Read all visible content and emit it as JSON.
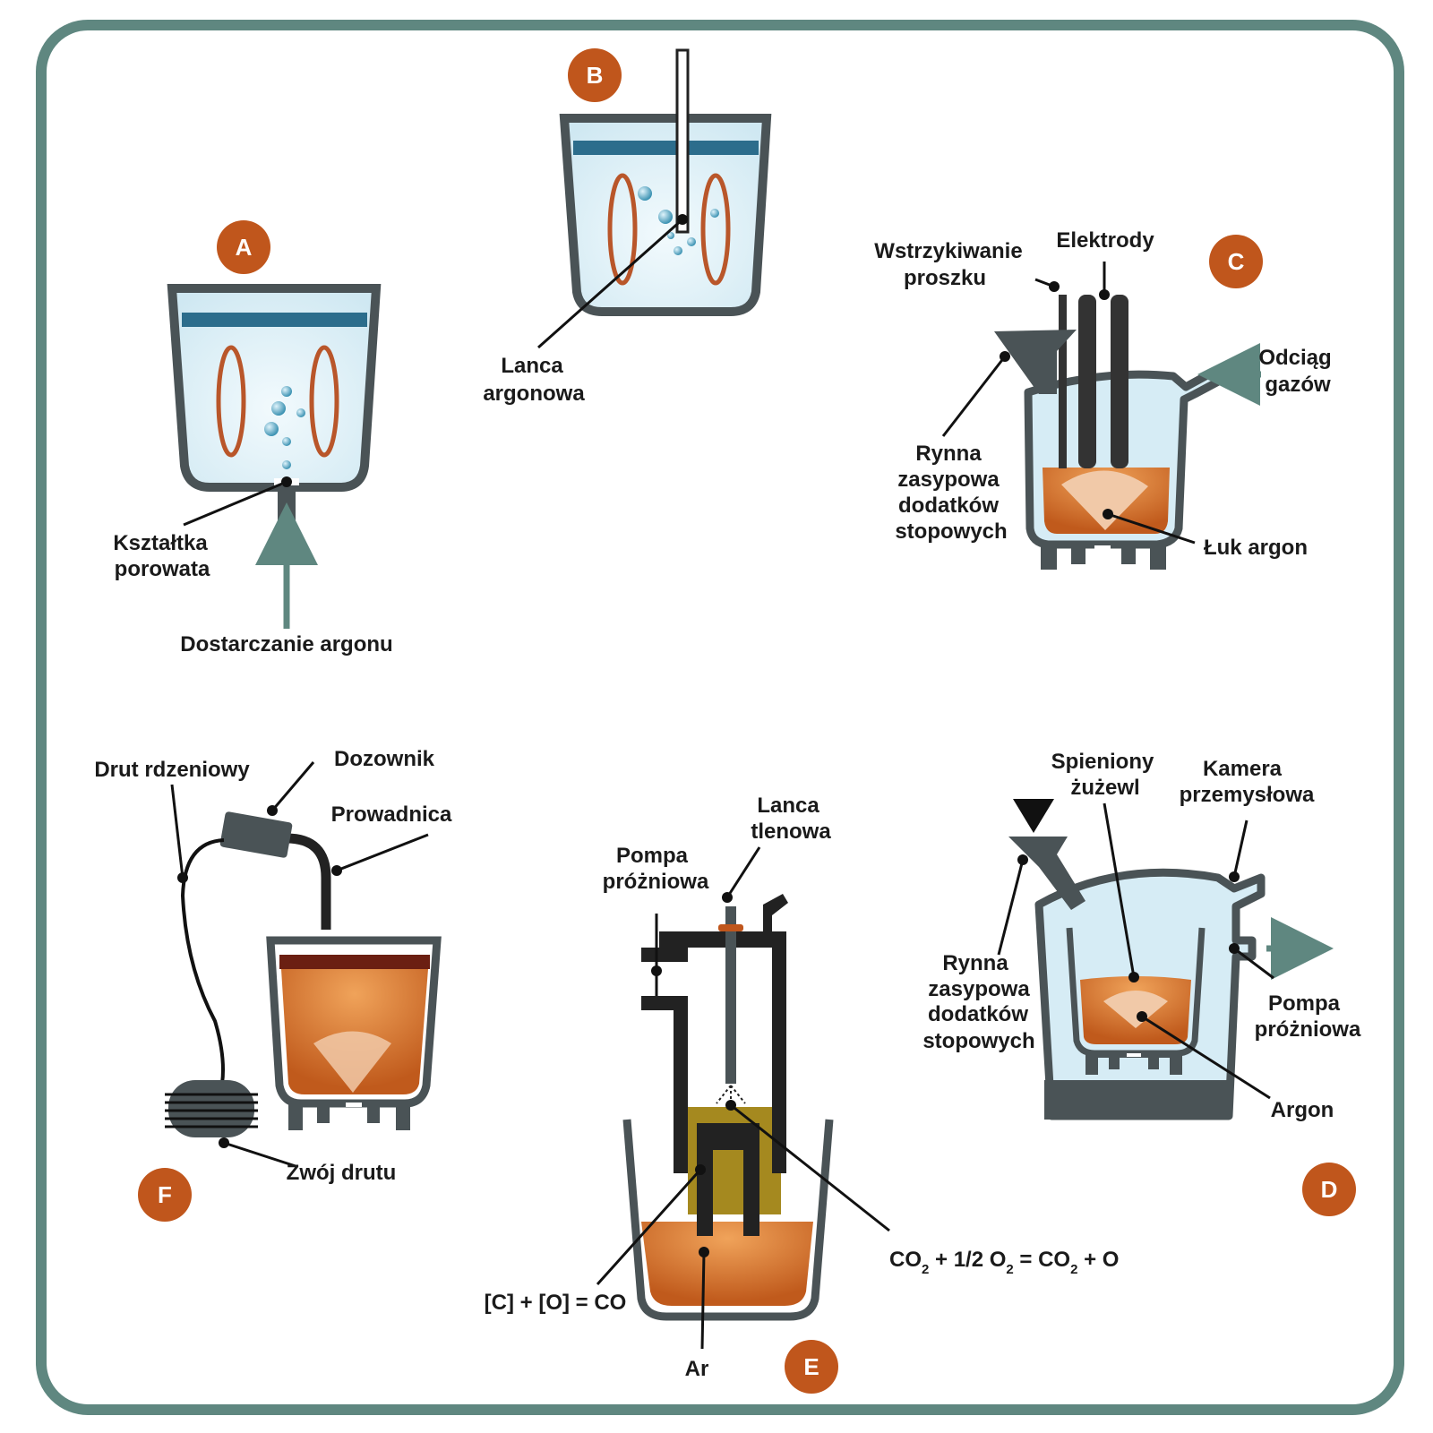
{
  "colors": {
    "frame": "#5f8780",
    "badge": "#c0561c",
    "vessel": "#4a5356",
    "water": "#d6ecf5",
    "water_top": "#2c6d8c",
    "coil": "#b9562a",
    "steel": "#c8651f",
    "steel_light": "#f0a35a",
    "arc": "#f1c9a8",
    "arrow": "#5f8780",
    "slag": "#6b1f12",
    "foam": "#a5891f",
    "dark": "#222222"
  },
  "panels": {
    "A": {
      "badge": "A",
      "labels": [
        "Kształtka",
        "porowata"
      ],
      "supply": "Dostarczanie argonu"
    },
    "B": {
      "badge": "B",
      "labels": [
        "Lanca",
        "argonowa"
      ]
    },
    "C": {
      "badge": "C",
      "injection": [
        "Wstrzykiwanie",
        "proszku"
      ],
      "electrodes": "Elektrody",
      "exhaust": [
        "Odciąg",
        "gazów"
      ],
      "chute": [
        "Rynna",
        "zasypowa",
        "dodatków",
        "stopowych"
      ],
      "arc": "Łuk argon"
    },
    "D": {
      "badge": "D",
      "foam": [
        "Spieniony",
        "żużewl"
      ],
      "camera": [
        "Kamera",
        "przemysłowa"
      ],
      "chute": [
        "Rynna",
        "zasypowa",
        "dodatków",
        "stopowych"
      ],
      "pump": [
        "Pompa",
        "próżniowa"
      ],
      "argon": "Argon"
    },
    "E": {
      "badge": "E",
      "lance": [
        "Lanca",
        "tlenowa"
      ],
      "pump": [
        "Pompa",
        "próżniowa"
      ],
      "reaction1": "[C] + [O] = CO",
      "reaction2": {
        "t1": "CO",
        "s1": "2",
        "t2": " + 1/2 O",
        "s2": "2",
        "t3": " = CO",
        "s3": "2",
        "t4": " + O"
      },
      "argon": "Ar"
    },
    "F": {
      "badge": "F",
      "wire": "Drut rdzeniowy",
      "feeder": "Dozownik",
      "guide": "Prowadnica",
      "coil": "Zwój drutu"
    }
  }
}
